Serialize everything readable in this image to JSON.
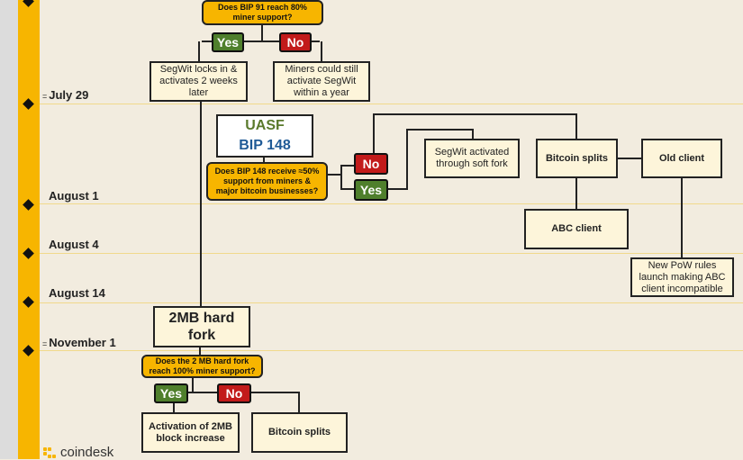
{
  "timeline": {
    "dates": [
      "July 29",
      "August 1",
      "August 4",
      "August 14",
      "November 1"
    ]
  },
  "q_bip91": "Does BIP 91 reach 80% miner support?",
  "yes": "Yes",
  "no": "No",
  "segwit_locks": "SegWit locks in & activates 2 weeks later",
  "miners_still": "Miners could still activate SegWit within a year",
  "uasf": {
    "line1": "UASF",
    "line2": "BIP 148"
  },
  "q_bip148": "Does BIP 148 receive ≈50% support from miners & major bitcoin businesses?",
  "segwit_soft": "SegWit activated through soft fork",
  "bitcoin_splits": "Bitcoin splits",
  "old_client": "Old client",
  "abc_client": "ABC client",
  "new_pow": "New PoW rules launch making ABC client incompatible",
  "hardfork": "2MB hard fork",
  "q_2mb": "Does the 2 MB hard fork reach 100% miner support?",
  "activation": "Activation of 2MB block increase",
  "bitcoin_splits_2": "Bitcoin splits",
  "logo": "coindesk",
  "colors": {
    "timeline": "#f7b500",
    "yes": "#4f7f2c",
    "no": "#c21a1a",
    "box": "#fdf5da",
    "uasf_green": "#5a7a2c",
    "uasf_blue": "#1f5a96"
  }
}
